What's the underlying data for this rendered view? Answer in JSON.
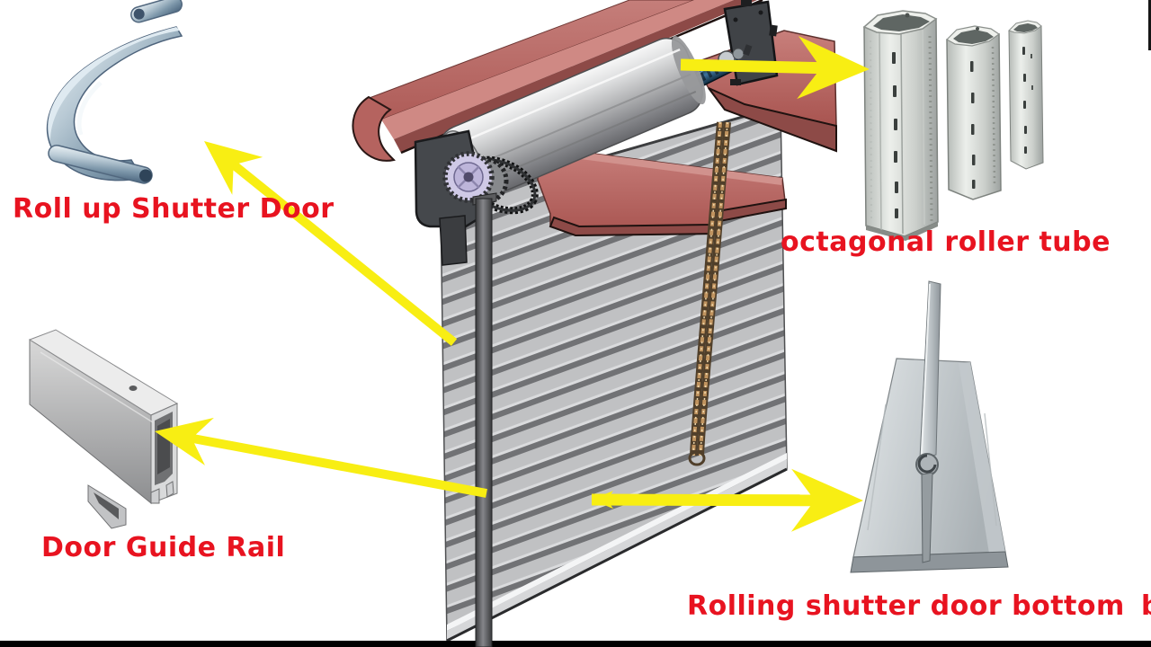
{
  "page": {
    "background": "#ffffff",
    "letterbox_color": "#000000"
  },
  "colors": {
    "label_red": "#e81320",
    "arrow_yellow": "#f8ee13",
    "hood_red": "#bd6c68",
    "hood_red_dark": "#8d4a47",
    "curtain_gray": "#c0c1c3",
    "shaft_blue": "#2d5f86",
    "chain_brown": "#a98354",
    "steel_gray": "#c9ccce"
  },
  "labels": {
    "roll_up_shutter_door": "Roll up Shutter Door",
    "octagonal_roller_tube": "octagonal roller tube",
    "door_guide_rail": "Door Guide Rail",
    "rolling_shutter_door_bottom": "Rolling shutter door bottom",
    "rolling_shutter_door_bottom_clipped": "b"
  },
  "illustration": {
    "subject": "Rolling shutter door component diagram"
  }
}
